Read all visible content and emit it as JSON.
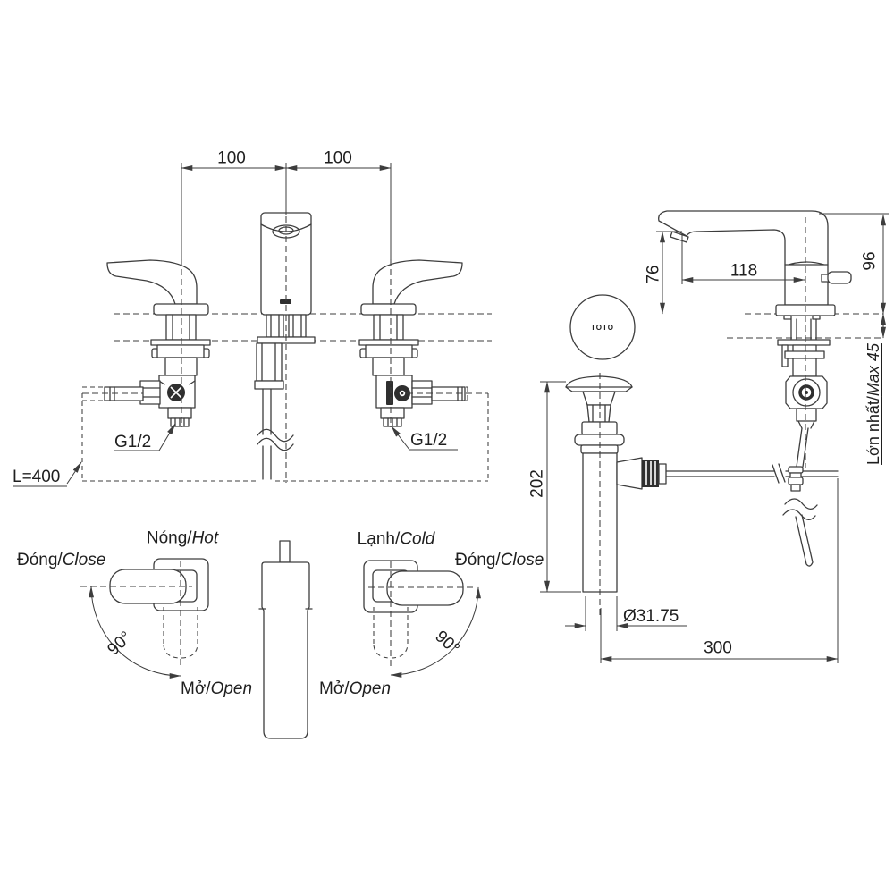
{
  "separator": "/",
  "front_view": {
    "dim_left": "100",
    "dim_right": "100",
    "thread_left": "G1/2",
    "thread_right": "G1/2",
    "hose_length": "L=400"
  },
  "side_view": {
    "logo": "TOTO",
    "spout_height": "76",
    "spout_reach": "118",
    "total_height": "96",
    "max_deck_vi": "Lớn nhất",
    "max_deck_en": "Max 45",
    "drain_height": "202",
    "drain_diameter": "Ø31.75",
    "rod_reach": "300"
  },
  "handles": {
    "hot_vi": "Nóng",
    "hot_en": "Hot",
    "cold_vi": "Lạnh",
    "cold_en": "Cold",
    "close_left_vi": "Đóng",
    "close_left_en": "Close",
    "close_right_vi": "Đóng",
    "close_right_en": "Close",
    "open_left_vi": "Mở",
    "open_left_en": "Open",
    "open_right_vi": "Mở",
    "open_right_en": "Open",
    "angle_left": "90°",
    "angle_right": "90°"
  }
}
